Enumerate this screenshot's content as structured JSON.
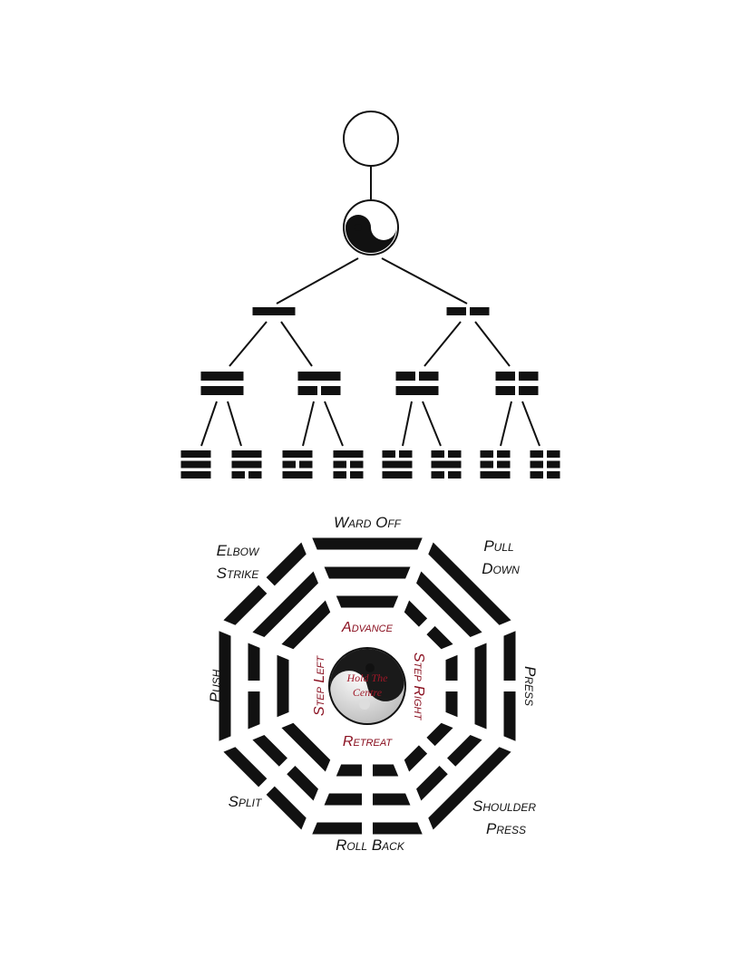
{
  "tree": {
    "root": "wuji-circle",
    "taiji": "yin-yang",
    "level1": [
      [
        1
      ],
      [
        0
      ]
    ],
    "level2": [
      [
        1,
        1
      ],
      [
        0,
        1
      ],
      [
        1,
        0
      ],
      [
        0,
        0
      ]
    ],
    "level3": [
      [
        1,
        1,
        1
      ],
      [
        0,
        1,
        1
      ],
      [
        1,
        0,
        1
      ],
      [
        0,
        0,
        1
      ],
      [
        1,
        1,
        0
      ],
      [
        0,
        1,
        0
      ],
      [
        1,
        0,
        0
      ],
      [
        0,
        0,
        0
      ]
    ]
  },
  "bagua": {
    "trigrams": [
      {
        "direction": "N",
        "lines": [
          1,
          1,
          1
        ],
        "label": [
          "Ward Off"
        ]
      },
      {
        "direction": "NE",
        "lines": [
          1,
          1,
          0
        ],
        "label": [
          "Pull",
          "Down"
        ]
      },
      {
        "direction": "E",
        "lines": [
          0,
          1,
          0
        ],
        "label": [
          "Press"
        ]
      },
      {
        "direction": "SE",
        "lines": [
          1,
          0,
          0
        ],
        "label": [
          "Shoulder",
          "Press"
        ]
      },
      {
        "direction": "S",
        "lines": [
          0,
          0,
          0
        ],
        "label": [
          "Roll Back"
        ]
      },
      {
        "direction": "SW",
        "lines": [
          0,
          0,
          1
        ],
        "label": [
          "Split"
        ]
      },
      {
        "direction": "W",
        "lines": [
          1,
          0,
          1
        ],
        "label": [
          "Push"
        ]
      },
      {
        "direction": "NW",
        "lines": [
          0,
          1,
          1
        ],
        "label": [
          "Elbow",
          "Strike"
        ]
      }
    ],
    "inner": {
      "advance": "Advance",
      "retreat": "Retreat",
      "step_left": "Step Left",
      "step_right": "Step Right",
      "centre": [
        "Hold The",
        "Centre"
      ]
    },
    "colors": {
      "ink": "#111111",
      "accent": "#8a1020"
    }
  }
}
